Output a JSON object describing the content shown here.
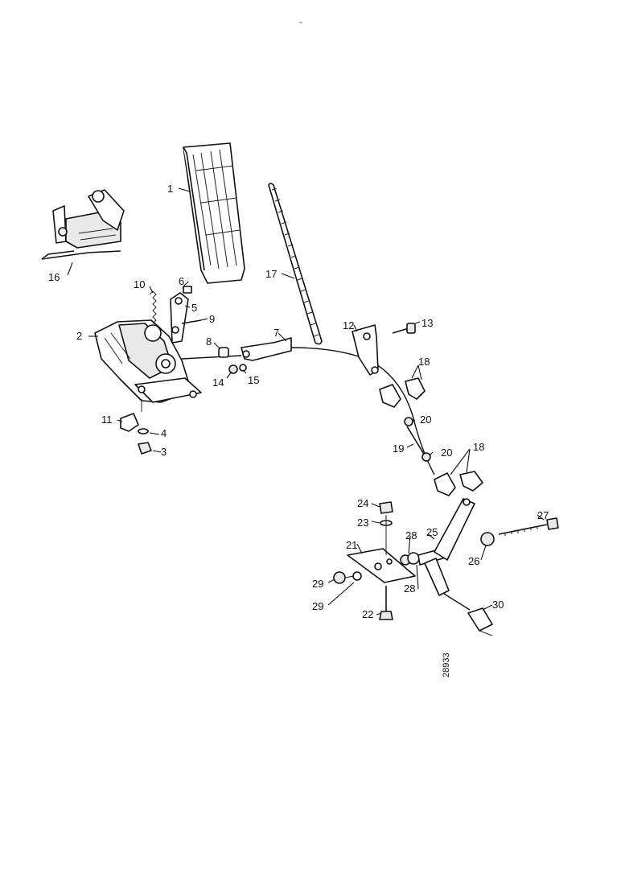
{
  "diagram": {
    "drawing_number": "28933",
    "callouts": [
      {
        "id": "c1",
        "label": "1"
      },
      {
        "id": "c2",
        "label": "2"
      },
      {
        "id": "c3",
        "label": "3"
      },
      {
        "id": "c4",
        "label": "4"
      },
      {
        "id": "c5",
        "label": "5"
      },
      {
        "id": "c6",
        "label": "6"
      },
      {
        "id": "c7",
        "label": "7"
      },
      {
        "id": "c8",
        "label": "8"
      },
      {
        "id": "c9",
        "label": "9"
      },
      {
        "id": "c10",
        "label": "10"
      },
      {
        "id": "c11",
        "label": "11"
      },
      {
        "id": "c12",
        "label": "12"
      },
      {
        "id": "c13",
        "label": "13"
      },
      {
        "id": "c14",
        "label": "14"
      },
      {
        "id": "c15",
        "label": "15"
      },
      {
        "id": "c16",
        "label": "16"
      },
      {
        "id": "c17",
        "label": "17"
      },
      {
        "id": "c18a",
        "label": "18"
      },
      {
        "id": "c18b",
        "label": "18"
      },
      {
        "id": "c19",
        "label": "19"
      },
      {
        "id": "c20a",
        "label": "20"
      },
      {
        "id": "c20b",
        "label": "20"
      },
      {
        "id": "c21",
        "label": "21"
      },
      {
        "id": "c22",
        "label": "22"
      },
      {
        "id": "c23",
        "label": "23"
      },
      {
        "id": "c24",
        "label": "24"
      },
      {
        "id": "c25",
        "label": "25"
      },
      {
        "id": "c26",
        "label": "26"
      },
      {
        "id": "c27",
        "label": "27"
      },
      {
        "id": "c28a",
        "label": "28"
      },
      {
        "id": "c28b",
        "label": "28"
      },
      {
        "id": "c29a",
        "label": "29"
      },
      {
        "id": "c29b",
        "label": "29"
      },
      {
        "id": "c30",
        "label": "30"
      }
    ]
  }
}
